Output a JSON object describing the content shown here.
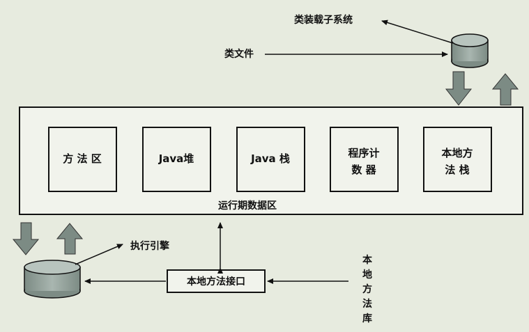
{
  "diagram": {
    "colors": {
      "background": "#e7ebdf",
      "box_fill": "#f1f3ec",
      "stroke": "#111111",
      "cylinder_body": "#8c9b94",
      "cylinder_top": "#b8c4be",
      "arrow_fill": "#7c8b84"
    },
    "labels": {
      "class_loader": "类装载子系统",
      "class_file": "类文件",
      "runtime_data_area": "运行期数据区",
      "execution_engine": "执行引擎",
      "native_interface": "本地方法接口",
      "native_library": "本地方法库"
    },
    "memory_areas": [
      {
        "line1": "方 法 区",
        "line2": ""
      },
      {
        "line1": "Java堆",
        "line2": ""
      },
      {
        "line1": "Java 栈",
        "line2": ""
      },
      {
        "line1": "程序计",
        "line2": "数 器"
      },
      {
        "line1": "本地方",
        "line2": "法 栈"
      }
    ],
    "icons": {
      "class_loader_cylinder": "database-cylinder-icon",
      "execution_engine_cylinder": "database-cylinder-icon",
      "down_arrow": "thick-arrow-down-icon",
      "up_arrow": "thick-arrow-up-icon"
    }
  }
}
